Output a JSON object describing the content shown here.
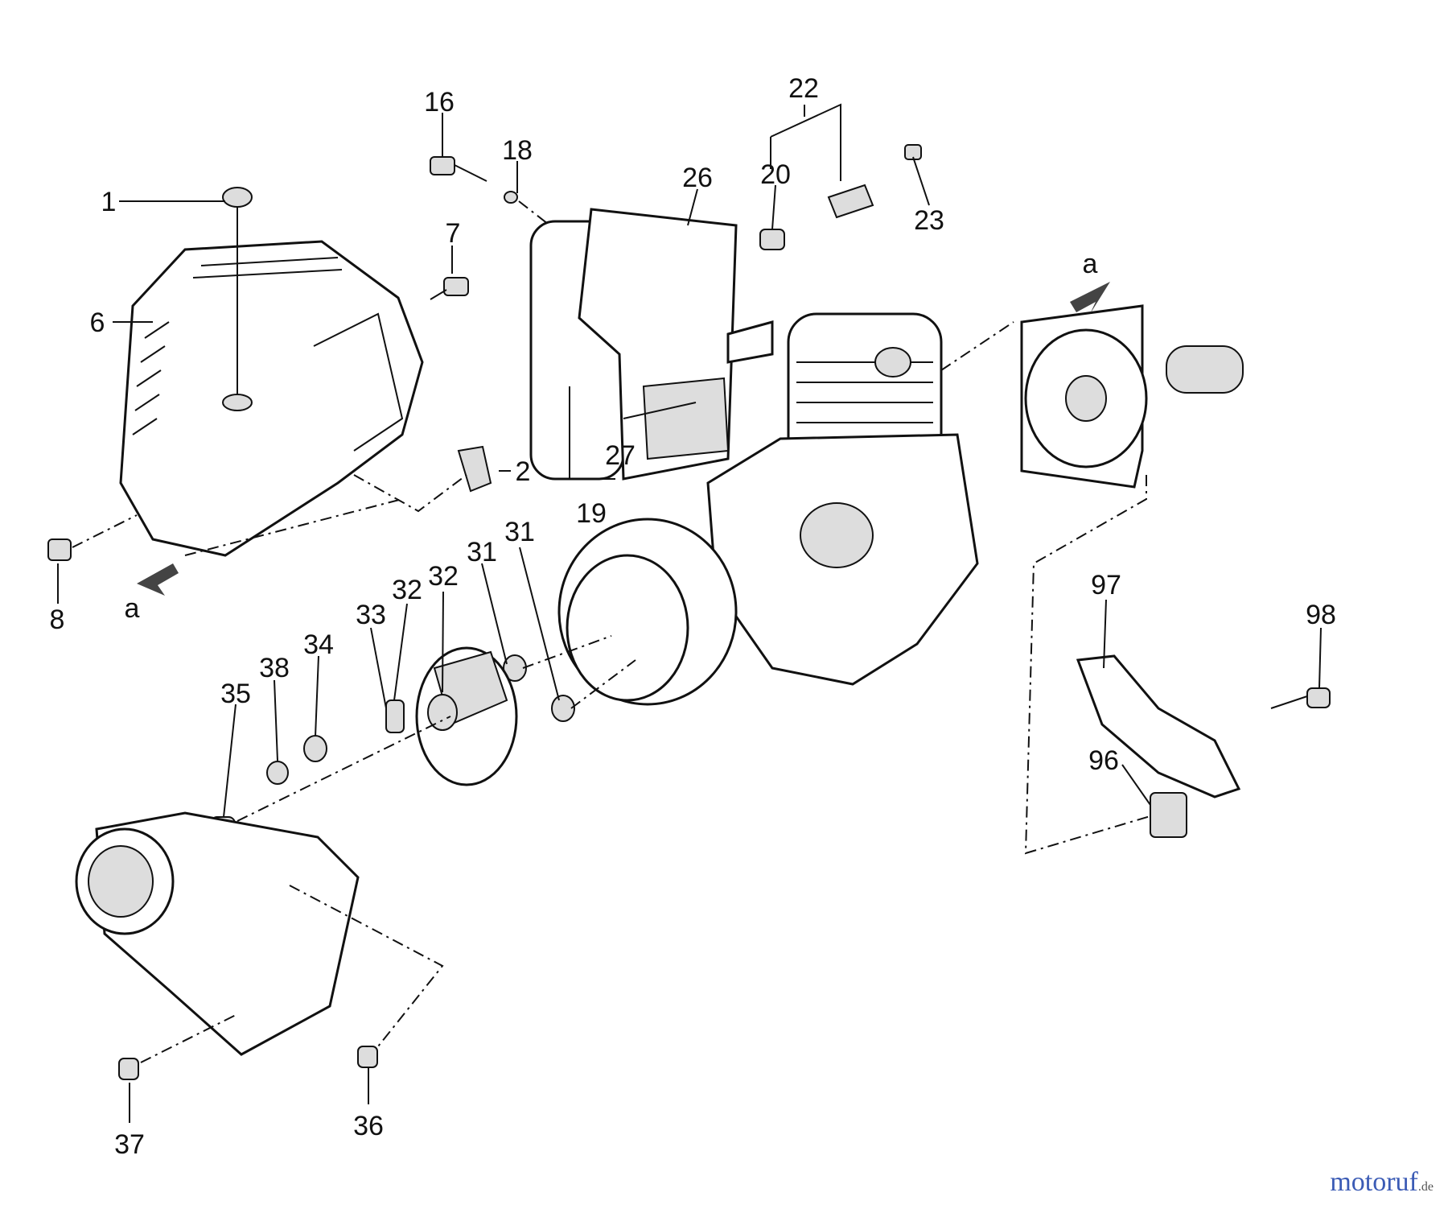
{
  "labels": {
    "p1": "1",
    "p2": "2",
    "p6": "6",
    "p7": "7",
    "p8": "8",
    "p16": "16",
    "p18": "18",
    "p19": "19",
    "p20": "20",
    "p22": "22",
    "p23": "23",
    "p26": "26",
    "p27": "27",
    "p31a": "31",
    "p31b": "31",
    "p32a": "32",
    "p32b": "32",
    "p33": "33",
    "p34": "34",
    "p35": "35",
    "p36": "36",
    "p37": "37",
    "p38": "38",
    "p96": "96",
    "p97": "97",
    "p98": "98",
    "arrow_left": "a",
    "arrow_right": "a"
  },
  "watermark": {
    "main": "motoruf",
    "suffix": ".de"
  },
  "colors": {
    "line": "#111111",
    "background": "#ffffff"
  }
}
